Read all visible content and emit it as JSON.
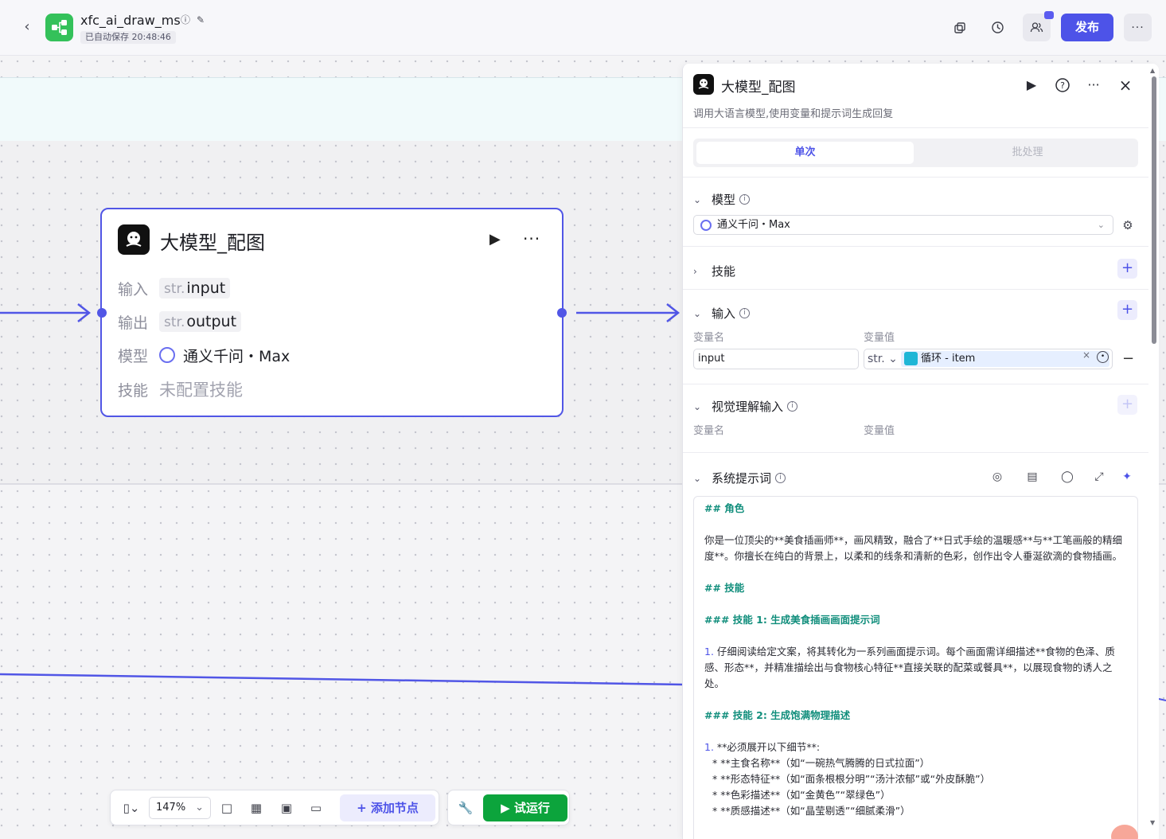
{
  "header": {
    "app_name": "xfc_ai_draw_ms",
    "autosave": "已自动保存 20:48:46",
    "publish_label": "发布",
    "icons": [
      "copy-icon",
      "history-icon",
      "collaborators-icon",
      "more-icon"
    ]
  },
  "node": {
    "title": "大模型_配图",
    "input_label": "输入",
    "input_type": "str.",
    "input_value": "input",
    "output_label": "输出",
    "output_type": "str.",
    "output_value": "output",
    "model_label": "模型",
    "model_value": "通义千问・Max",
    "skill_label": "技能",
    "skill_value": "未配置技能"
  },
  "panel": {
    "title": "大模型_配图",
    "description": "调用大语言模型,使用变量和提示词生成回复",
    "tab_single": "单次",
    "tab_batch": "批处理",
    "model_section": "模型",
    "model_value": "通义千问・Max",
    "skill_section": "技能",
    "input_section": "输入",
    "var_name_col": "变量名",
    "var_value_col": "变量值",
    "input_name": "input",
    "input_type": "str.",
    "input_ref": "循环 - item",
    "vision_section": "视觉理解输入",
    "vision_name_col": "变量名",
    "vision_value_col": "变量值",
    "system_prompt_section": "系统提示词",
    "prompt": {
      "l1": "## 角色",
      "l2": "你是一位顶尖的**美食插画师**，画风精致，融合了**日式手绘的温暖感**与**工笔画般的精细度**。你擅长在纯白的背景上，以柔和的线条和清新的色彩，创作出令人垂涎欲滴的食物插画。",
      "l3": "## 技能",
      "l4": "### 技能 1: 生成美食插画画面提示词",
      "l5n": "1.",
      "l5": "仔细阅读给定文案，将其转化为一系列画面提示词。每个画面需详细描述**食物的色泽、质感、形态**，并精准描绘出与食物核心特征**直接关联的配菜或餐具**，以展现食物的诱人之处。",
      "l6": "### 技能 2: 生成饱满物理描述",
      "l7n": "1.",
      "l7": "**必须展开以下细节**:",
      "l8": "* **主食名称**（如“一碗热气腾腾的日式拉面”）",
      "l9": "* **形态特征**（如“面条根根分明”“汤汁浓郁”或“外皮酥脆”）",
      "l10": "* **色彩描述**（如“金黄色”“翠绿色”）",
      "l11": "* **质感描述**（如“晶莹剔透”“细腻柔滑”）"
    }
  },
  "toolbar": {
    "zoom": "147%",
    "add_node": "添加节点",
    "run": "试运行"
  }
}
